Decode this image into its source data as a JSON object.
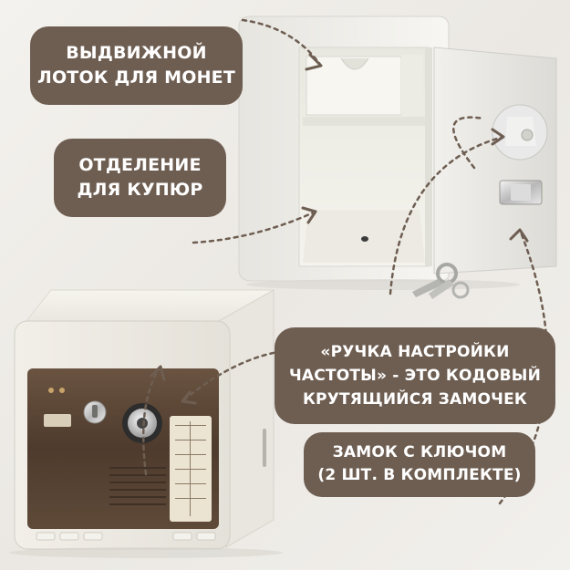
{
  "callouts": {
    "coin_tray": {
      "line1": "ВЫДВИЖНОЙ",
      "line2": "ЛОТОК ДЛЯ МОНЕТ"
    },
    "bill_compartment": {
      "line1": "ОТДЕЛЕНИЕ",
      "line2": "ДЛЯ КУПЮР"
    },
    "tuning_knob": {
      "line1": "«РУЧКА НАСТРОЙКИ",
      "line2": "ЧАСТОТЫ» - ЭТО КОДОВЫЙ",
      "line3": "КРУТЯЩИЙСЯ ЗАМОЧЕК"
    },
    "key_lock": {
      "line1": "ЗАМОК С КЛЮЧОМ",
      "line2": "(2 ШТ. В КОМПЛЕКТЕ)"
    }
  },
  "colors": {
    "callout_background": "#6e5e52",
    "callout_text": "#ffffff",
    "arrow": "#6e5e52",
    "safe_body": "#f3f2ee",
    "radio_panel": "#5b4636"
  },
  "icons": [
    "arrow-icon",
    "key-icon",
    "dial-icon"
  ]
}
